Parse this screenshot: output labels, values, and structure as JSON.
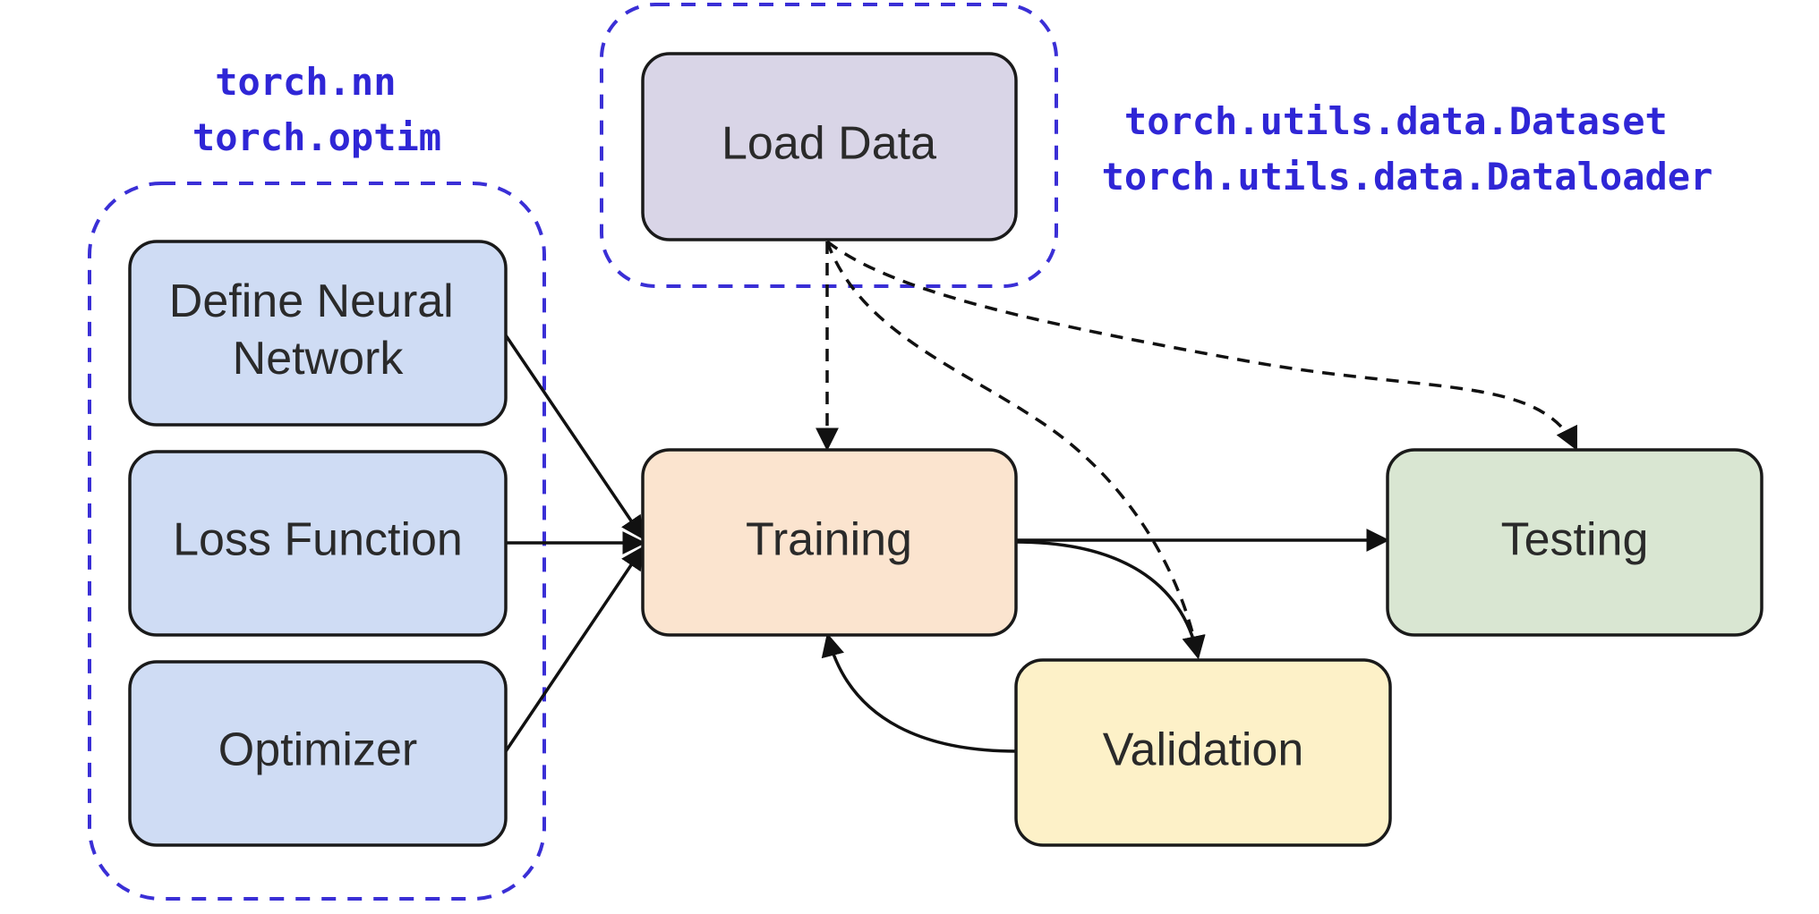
{
  "annotations": {
    "nn_optim": [
      "torch.nn",
      "torch.optim"
    ],
    "data_utils": [
      "torch.utils.data.Dataset",
      "torch.utils.data.Dataloader"
    ]
  },
  "nodes": {
    "define_nn": {
      "lines": [
        "Define Neural",
        "Network"
      ],
      "fill": "#cfdcf4"
    },
    "loss_function": {
      "lines": [
        "Loss Function"
      ],
      "fill": "#cfdcf4"
    },
    "optimizer": {
      "lines": [
        "Optimizer"
      ],
      "fill": "#cfdcf4"
    },
    "load_data": {
      "lines": [
        "Load Data"
      ],
      "fill": "#d9d5e7"
    },
    "training": {
      "lines": [
        "Training"
      ],
      "fill": "#fbe4cf"
    },
    "testing": {
      "lines": [
        "Testing"
      ],
      "fill": "#d9e6d2"
    },
    "validation": {
      "lines": [
        "Validation"
      ],
      "fill": "#fdf1c8"
    }
  },
  "edges": [
    {
      "from": "define_nn",
      "to": "training",
      "style": "solid"
    },
    {
      "from": "loss_function",
      "to": "training",
      "style": "solid"
    },
    {
      "from": "optimizer",
      "to": "training",
      "style": "solid"
    },
    {
      "from": "load_data",
      "to": "training",
      "style": "dashed"
    },
    {
      "from": "load_data",
      "to": "validation",
      "style": "dashed"
    },
    {
      "from": "load_data",
      "to": "testing",
      "style": "dashed"
    },
    {
      "from": "training",
      "to": "testing",
      "style": "solid"
    },
    {
      "from": "training",
      "to": "validation",
      "style": "solid"
    },
    {
      "from": "validation",
      "to": "training",
      "style": "solid"
    }
  ],
  "colors": {
    "group_border": "#3a2fd6",
    "annotation_text": "#2f26d6",
    "edge": "#111111"
  }
}
